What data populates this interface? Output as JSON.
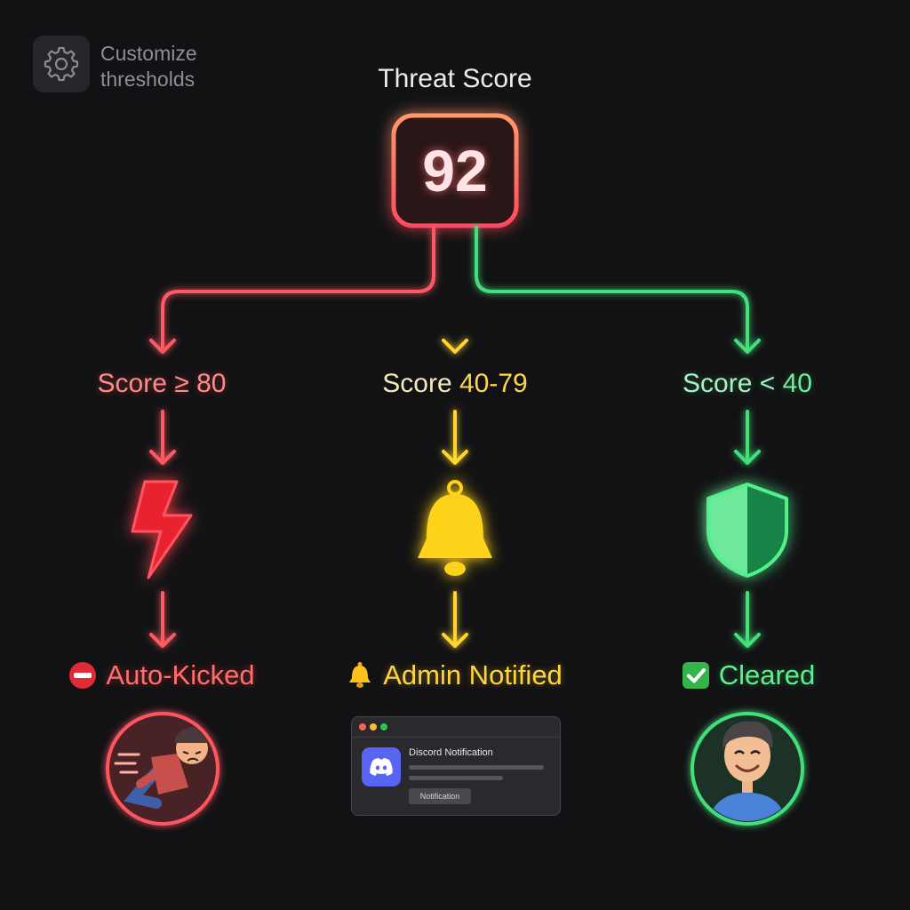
{
  "customize": {
    "label": "Customize thresholds",
    "icon": "gear-icon"
  },
  "score": {
    "title": "Threat Score",
    "value": "92"
  },
  "branches": [
    {
      "label_prefix": "Score ≥ ",
      "label_value": "80",
      "icon": "lightning-bolt-icon",
      "outcome": "Auto-Kicked",
      "outcome_icon": "no-entry-icon",
      "avatar": "kicked-user-avatar",
      "color": "#ff4b55"
    },
    {
      "label_prefix": "Score ",
      "label_value": "40-79",
      "icon": "bell-icon",
      "outcome": "Admin Notified",
      "outcome_icon": "bell-icon",
      "color": "#ffd52e"
    },
    {
      "label_prefix": "Score < ",
      "label_value": "40",
      "icon": "shield-icon",
      "outcome": "Cleared",
      "outcome_icon": "check-mark-icon",
      "avatar": "happy-user-avatar",
      "color": "#43e07a"
    }
  ],
  "notification": {
    "title": "Discord Notification",
    "button": "Notification",
    "logo": "discord-logo-icon"
  }
}
